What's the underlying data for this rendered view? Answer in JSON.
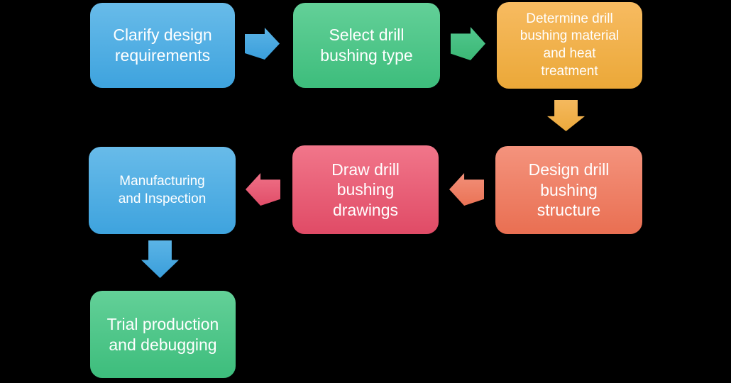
{
  "flowchart": {
    "background_color": "#000000",
    "text_color": "#ffffff",
    "nodes": [
      {
        "id": "clarify-design-requirements",
        "label": "Clarify design requirements",
        "color_top": "#68bbe9",
        "color_bottom": "#3ea3de"
      },
      {
        "id": "select-drill-bushing-type",
        "label": "Select drill bushing type",
        "color_top": "#63d098",
        "color_bottom": "#3dbd7c"
      },
      {
        "id": "determine-material-heat-treatment",
        "label": "Determine drill bushing material and heat treatment",
        "color_top": "#f7bb61",
        "color_bottom": "#eba838"
      },
      {
        "id": "design-drill-bushing-structure",
        "label": "Design drill bushing structure",
        "color_top": "#f4937d",
        "color_bottom": "#e96f52"
      },
      {
        "id": "draw-drill-bushing-drawings",
        "label": "Draw drill bushing drawings",
        "color_top": "#f1768a",
        "color_bottom": "#e04b66"
      },
      {
        "id": "manufacturing-and-inspection",
        "label": "Manufacturing and Inspection",
        "color_top": "#68bbe9",
        "color_bottom": "#3ea3de"
      },
      {
        "id": "trial-production-and-debugging",
        "label": "Trial production and debugging",
        "color_top": "#63d098",
        "color_bottom": "#3dbd7c"
      }
    ],
    "connectors": [
      {
        "from": "clarify-design-requirements",
        "to": "select-drill-bushing-type",
        "direction": "right",
        "color_top": "#5bb4e6",
        "color_bottom": "#3a9edb"
      },
      {
        "from": "select-drill-bushing-type",
        "to": "determine-material-heat-treatment",
        "direction": "right",
        "color_top": "#52c78e",
        "color_bottom": "#3bb875"
      },
      {
        "from": "determine-material-heat-treatment",
        "to": "design-drill-bushing-structure",
        "direction": "down",
        "color_top": "#f5b95e",
        "color_bottom": "#eca93c"
      },
      {
        "from": "design-drill-bushing-structure",
        "to": "draw-drill-bushing-drawings",
        "direction": "left",
        "color_top": "#f29079",
        "color_bottom": "#ea7356"
      },
      {
        "from": "draw-drill-bushing-drawings",
        "to": "manufacturing-and-inspection",
        "direction": "left",
        "color_top": "#ef7187",
        "color_bottom": "#e14e69"
      },
      {
        "from": "manufacturing-and-inspection",
        "to": "trial-production-and-debugging",
        "direction": "down",
        "color_top": "#5bb4e6",
        "color_bottom": "#3a9edb"
      }
    ]
  }
}
